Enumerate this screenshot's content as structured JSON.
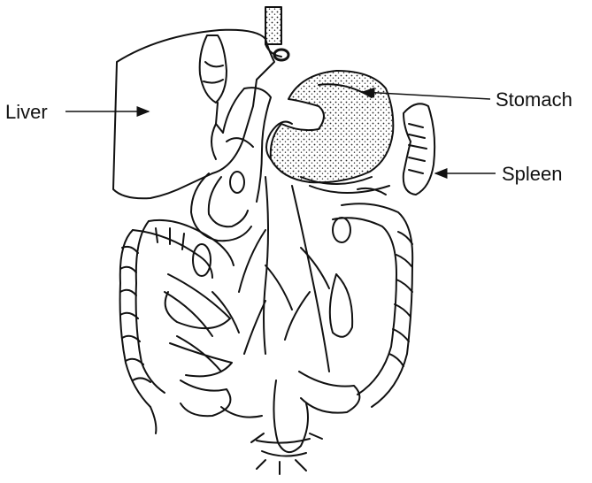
{
  "labels": {
    "liver": "Liver",
    "stomach": "Stomach",
    "spleen": "Spleen"
  },
  "colors": {
    "ink": "#111111",
    "background": "#ffffff"
  }
}
